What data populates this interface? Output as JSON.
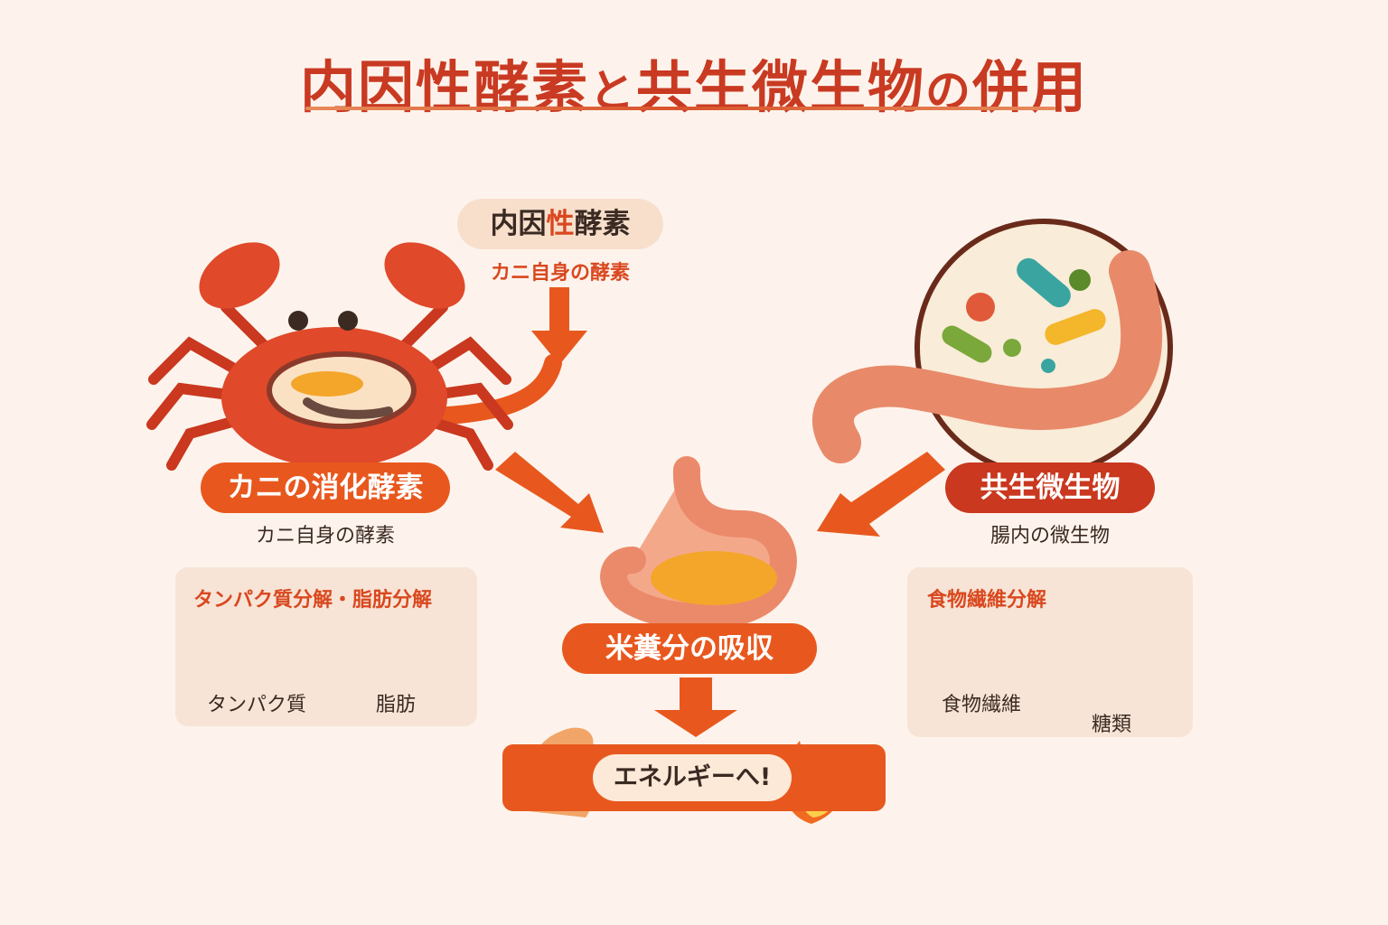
{
  "title": {
    "part1": "内因性酵素",
    "connector": "と",
    "part2": "共生微生物",
    "connector2": "の",
    "part3": "併用"
  },
  "endogenous": {
    "bubble_a": "内因",
    "bubble_hi": "性",
    "bubble_b": "酵素",
    "subtitle": "カニ自身の酵素"
  },
  "crab": {
    "pill": "カニの消化酵素",
    "caption": "カニ自身の酵素",
    "panel_title": "タンパク質分解・脂肪分解",
    "items": [
      "タンパク質",
      "脂肪"
    ]
  },
  "microbes": {
    "pill": "共生微生物",
    "caption": "腸内の微生物",
    "panel_title": "食物繊維分解",
    "items": [
      "食物繊維",
      "糖類"
    ]
  },
  "center": {
    "pill": "米糞分の吸収",
    "energy": "エネルギーへ!"
  },
  "colors": {
    "accent": "#e8581e",
    "title": "#c93a22",
    "dark_pill": "#c9381f",
    "background": "#fdf3ec"
  }
}
